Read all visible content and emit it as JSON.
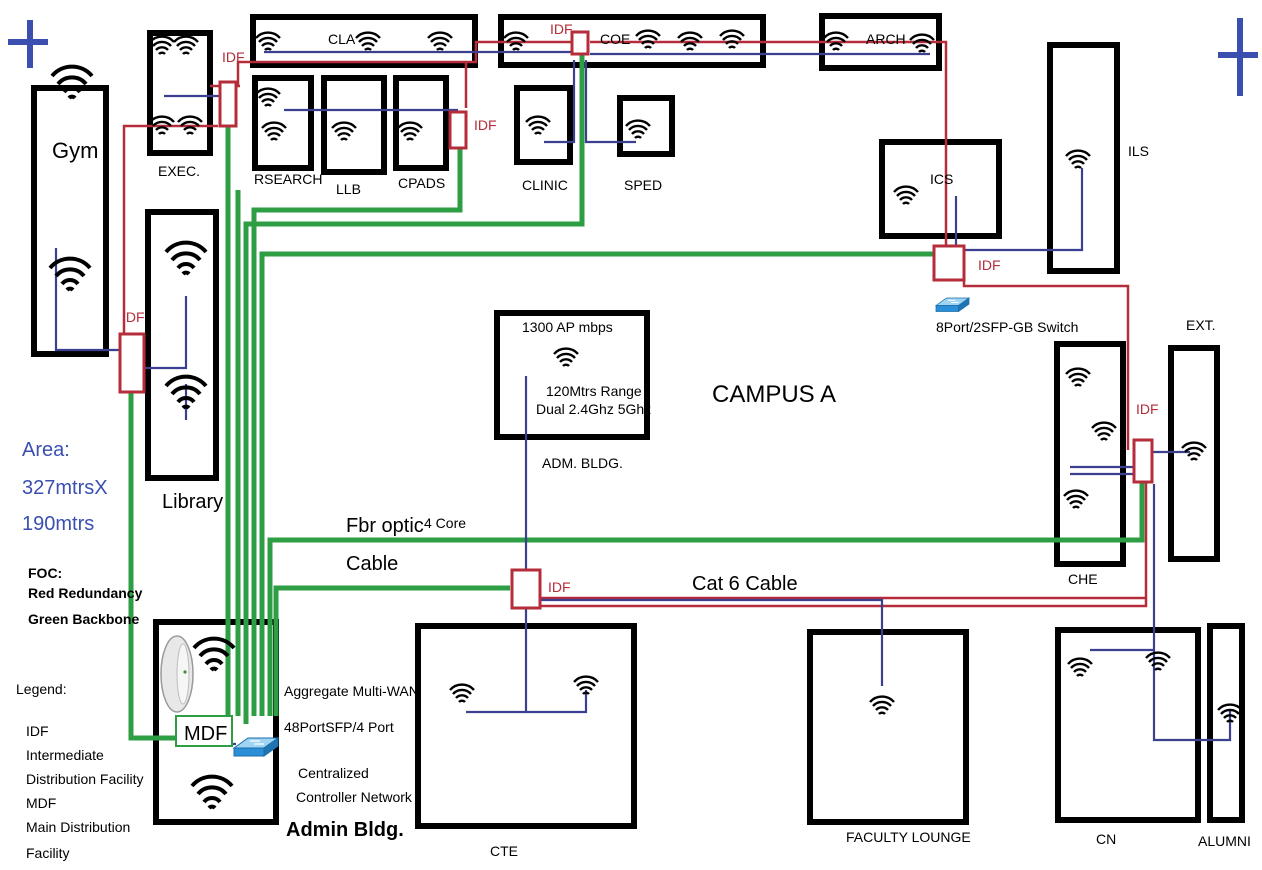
{
  "colors": {
    "backbone": "#2e9e45",
    "redundancy": "#b52d3a",
    "cat6": "#3b3f8f",
    "building_border": "#000000",
    "idf_box": "#b52d3a",
    "cross": "#3a4fb0",
    "area_text": "#3a4fb0",
    "switch": "#2a8fd6"
  },
  "icons": {
    "access_point": "wifi-icon",
    "switch": "network-switch-icon",
    "cross": "plus-icon",
    "controller": "ap-controller-device-icon"
  },
  "title": "CAMPUS A",
  "area": {
    "line1": "Area:",
    "line2": "327mtrsX",
    "line3": "190mtrs"
  },
  "foc": {
    "heading": "FOC:",
    "red": "Red Redundancy",
    "green": "Green Backbone"
  },
  "legend": {
    "heading": "Legend:",
    "lines": [
      "IDF",
      "Intermediate",
      "Distribution Facility",
      "MDF",
      "Main Distribution",
      "Facility"
    ]
  },
  "buildings": {
    "gym": "Gym",
    "library": "Library",
    "exec": "EXEC.",
    "research": "RSEARCH",
    "llb": "LLB",
    "cpads": "CPADS",
    "cla": "CLA",
    "coe": "COE",
    "arch": "ARCH",
    "clinic": "CLINIC",
    "sped": "SPED",
    "ics": "ICS",
    "ils": "ILS",
    "ext": "EXT.",
    "che": "CHE",
    "adm": "ADM. BLDG.",
    "cte": "CTE",
    "faculty": "FACULTY LOUNGE",
    "cn": "CN",
    "alumni": "ALUMNI",
    "admin": "Admin Bldg."
  },
  "ap_spec": {
    "line1": "1300 AP mbps",
    "line2": "120Mtrs Range",
    "line3": "Dual 2.4Ghz 5Ghz"
  },
  "idf_label": "IDF",
  "mdf_label": "MDF",
  "switch_ics": "8Port/2SFP-GB Switch",
  "mdf_notes": [
    "Aggregate Multi-WAN",
    "48PortSFP/4 Port",
    "Centralized",
    "Controller Network"
  ],
  "cables": {
    "fiber1": "Fbr optic",
    "fiber_core": "4 Core",
    "fiber2": "Cable",
    "cat6": "Cat 6 Cable"
  }
}
